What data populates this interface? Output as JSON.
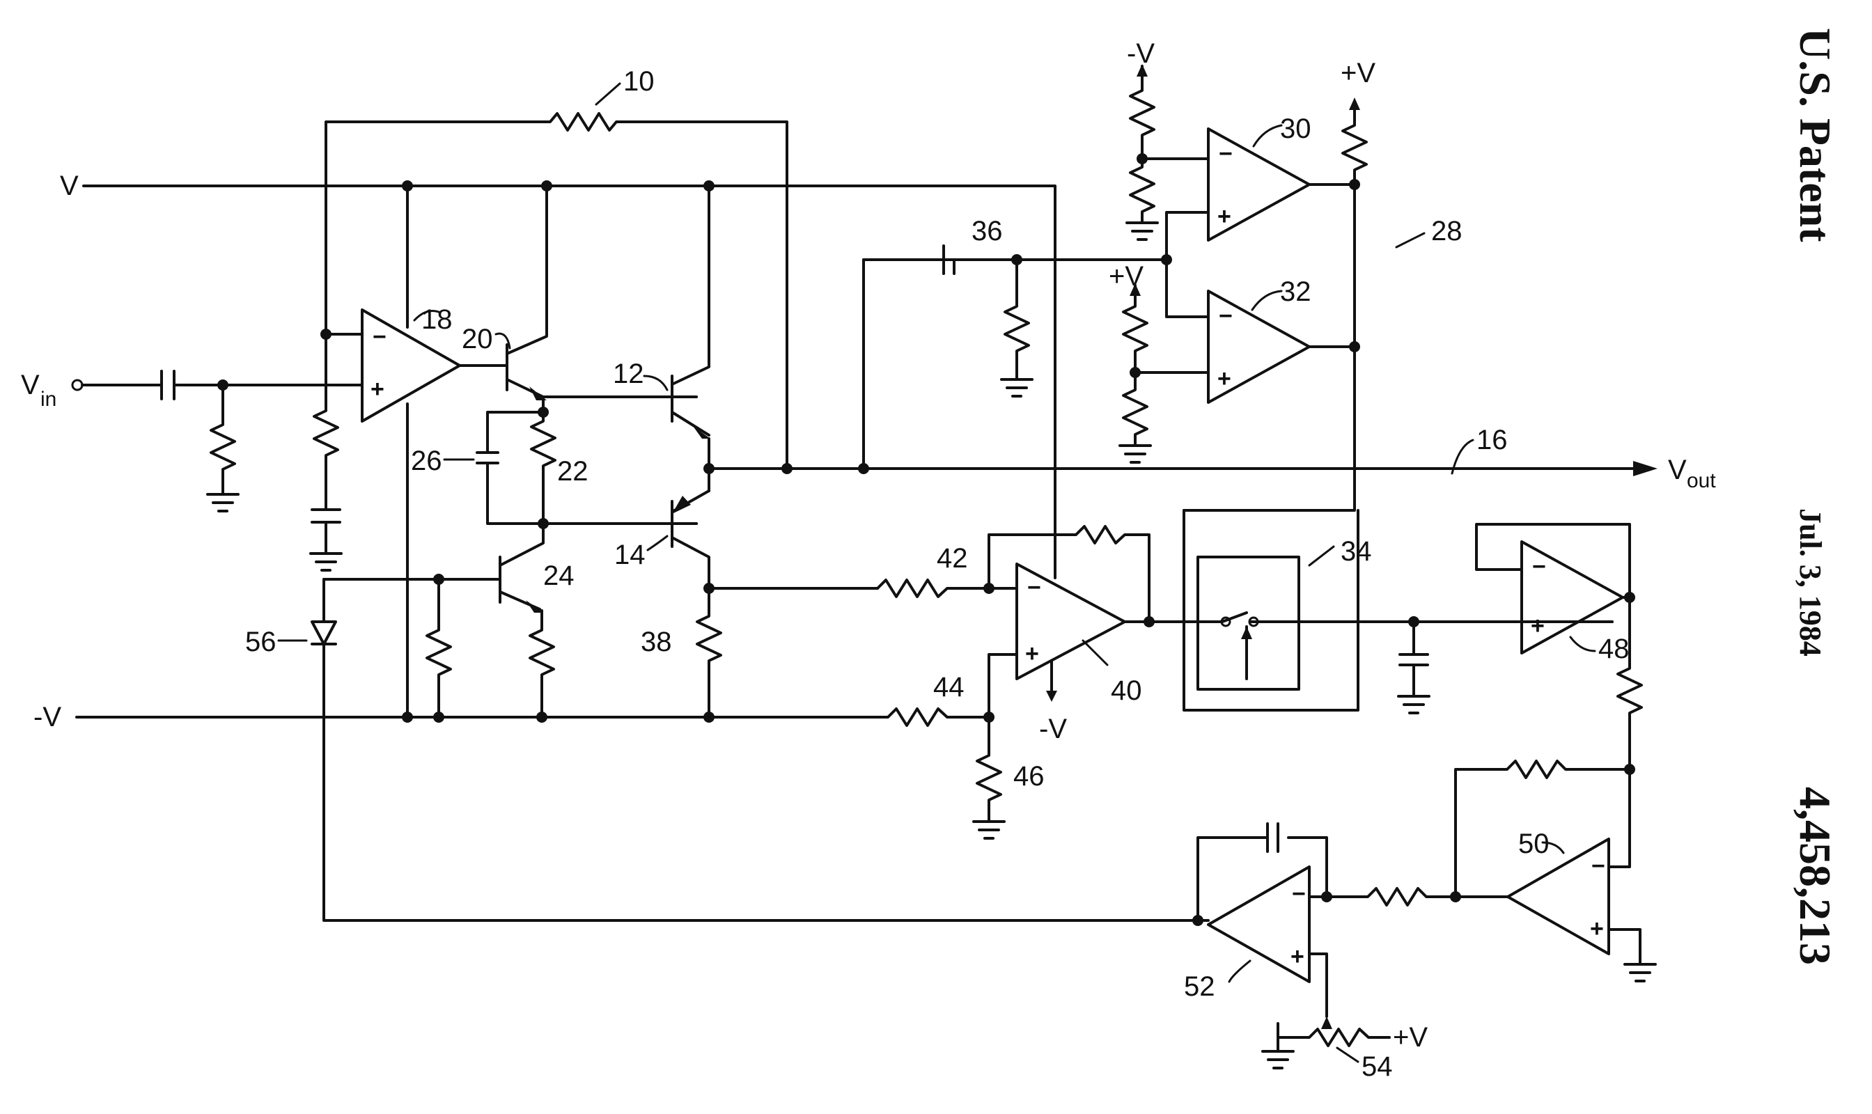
{
  "header": {
    "patent_office": "U.S. Patent",
    "date": "Jul. 3, 1984",
    "patent_number": "4,458,213"
  },
  "terminals": {
    "v_supply": "V",
    "neg_v_supply": "-V",
    "v_in_main": "V",
    "v_in_sub": "in",
    "v_out_main": "V",
    "v_out_sub": "out"
  },
  "supply_marks": {
    "neg_v_top": "-V",
    "pos_v_top": "+V",
    "pos_v_mid": "+V",
    "neg_v_amp40": "-V",
    "pos_v_pot54": "+V"
  },
  "refs": {
    "r10": "10",
    "r12": "12",
    "r14": "14",
    "r16": "16",
    "r18": "18",
    "r20": "20",
    "r22": "22",
    "r24": "24",
    "r26": "26",
    "r28": "28",
    "r30": "30",
    "r32": "32",
    "r34": "34",
    "r36": "36",
    "r38": "38",
    "r40": "40",
    "r42": "42",
    "r44": "44",
    "r46": "46",
    "r48": "48",
    "r50": "50",
    "r52": "52",
    "r54": "54",
    "r56": "56"
  },
  "opamp_signs": {
    "minus": "−",
    "plus": "+"
  },
  "colors": {
    "ink": "#111111",
    "paper": "#ffffff"
  }
}
